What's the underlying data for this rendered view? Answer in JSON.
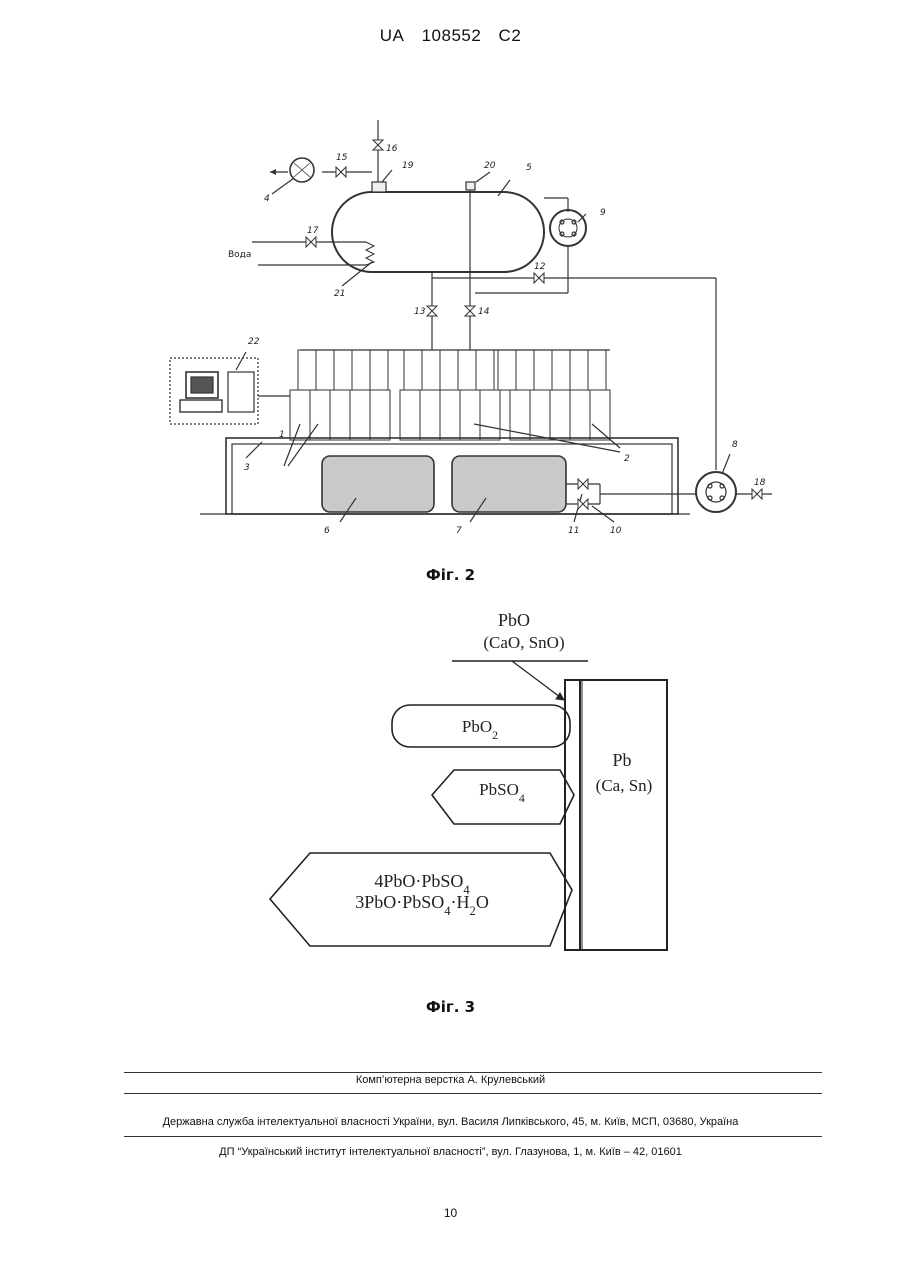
{
  "header": {
    "country": "UA",
    "number": "108552",
    "kind": "C2"
  },
  "fig2": {
    "caption": "Фіг. 2",
    "water_label": "Вода",
    "labels": {
      "n1": "1",
      "n2": "2",
      "n3": "3",
      "n4": "4",
      "n5": "5",
      "n6": "6",
      "n7": "7",
      "n8": "8",
      "n9": "9",
      "n10": "10",
      "n11": "11",
      "n12": "12",
      "n13": "13",
      "n14": "14",
      "n15": "15",
      "n16": "16",
      "n17": "17",
      "n18": "18",
      "n19": "19",
      "n20": "20",
      "n21": "21",
      "n22": "22"
    }
  },
  "fig3": {
    "caption": "Фіг. 3",
    "top_line1": "PbO",
    "top_line2": "(CaO, SnO)",
    "layer1": "PbO2",
    "layer2": "PbSO4",
    "layer3_line1": "4PbO·PbSO4",
    "layer3_line2": "3PbO·PbSO4·H2O",
    "grid_line1": "Pb",
    "grid_line2": "(Ca, Sn)"
  },
  "footer": {
    "layout": "Комп’ютерна верстка А. Крулевський",
    "service": "Державна служба інтелектуальної власності України, вул. Василя Липківського, 45, м. Київ, МСП, 03680, Україна",
    "institute": "ДП “Український інститут інтелектуальної власності”, вул. Глазунова, 1, м. Київ – 42, 01601",
    "page": "10"
  }
}
